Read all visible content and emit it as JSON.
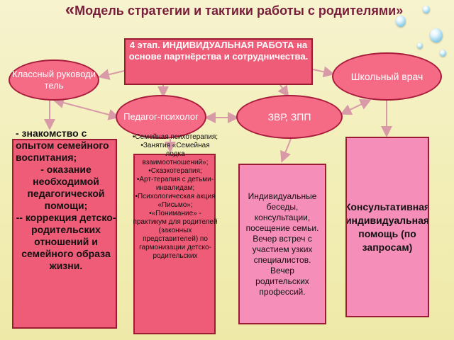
{
  "title": {
    "quote_mark": "«",
    "text": "Модель стратегии и тактики работы с родителями»"
  },
  "stage": {
    "text": "4 этап. ИНДИВИДУАЛЬНАЯ РАБОТА  на основе партнёрства и сотрудничества."
  },
  "class_teacher": {
    "text": "Классный руководи тель"
  },
  "school_doctor": {
    "text": "Школьный врач"
  },
  "psychologist": {
    "text": "Педагог-психолог"
  },
  "zvr": {
    "text": "ЗВР, ЗПП"
  },
  "left_column": {
    "lines": [
      "- знакомство с опытом семейного воспитания;",
      "- оказание необходимой педагогической помощи;",
      "-- коррекция детско-родительских отношений и семейного образа жизни."
    ]
  },
  "psychologist_activities": {
    "items": [
      "•Семейная психотерапия;",
      "•Занятия «Семейная лодка взаимоотношений»;",
      "•Сказкотерапия;",
      "•Арт-терапия с детьми-инвалидам;",
      "•Психологическая акция «Письмо»;",
      "•«Понимание» - практикум для родителей (законных представителей) по гармонизации детско-родительских"
    ]
  },
  "zvr_activities": {
    "text": "Индивидуальные беседы, консультации, посещение семьи. Вечер встреч с участием узких специалистов. Вечер родительских профессий."
  },
  "doctor_activities": {
    "text": "Консультативная индивидуальная помощь (по запросам)"
  },
  "colors": {
    "title": "#7a1d3b",
    "box_red": "#ef5c78",
    "box_pink": "#f58fba",
    "border": "#9b1b33",
    "background": "#f2eeb6"
  }
}
